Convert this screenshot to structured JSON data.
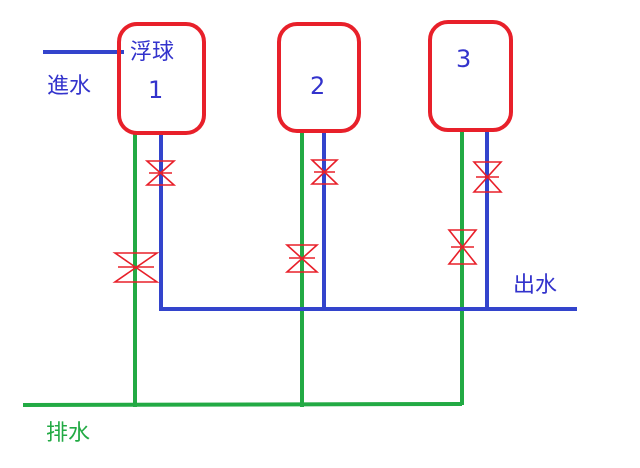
{
  "labels": {
    "inlet": "進水",
    "float": "浮球",
    "outlet": "出水",
    "drain": "排水"
  },
  "tanks": [
    {
      "number": "1"
    },
    {
      "number": "2"
    },
    {
      "number": "3"
    }
  ],
  "colors": {
    "tank_outline": "#e8202a",
    "supply_pipe": "#3344cc",
    "drain_pipe": "#22aa44",
    "valve": "#e8202a",
    "text": "#3333cc",
    "drain_text": "#22aa44"
  }
}
